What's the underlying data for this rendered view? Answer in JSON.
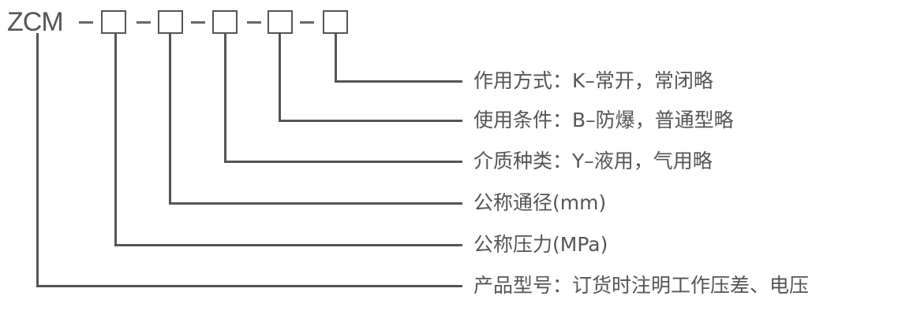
{
  "diagram": {
    "prefix": "ZCM",
    "separator": "–",
    "slots": 5,
    "labels": [
      "作用方式：K–常开，常闭略",
      "使用条件：B–防爆，普通型略",
      "介质种类：Y–液用，气用略",
      "公称通径(mm)",
      "公称压力(MPa)",
      "产品型号：订货时注明工作压差、电压"
    ],
    "colors": {
      "line": "#555555",
      "text": "#555555",
      "background": "#ffffff"
    }
  }
}
